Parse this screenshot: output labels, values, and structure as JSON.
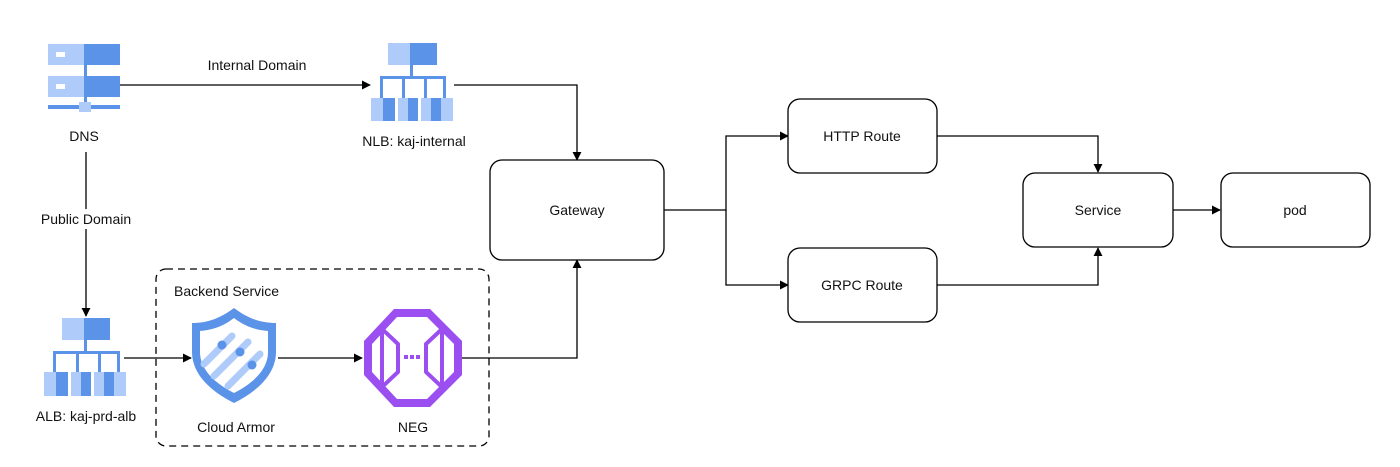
{
  "nodes": {
    "dns": {
      "label": "DNS",
      "icon": "dns-server-icon"
    },
    "nlb": {
      "label": "NLB: kaj-internal",
      "icon": "load-balancer-icon"
    },
    "alb": {
      "label": "ALB: kaj-prd-alb",
      "icon": "load-balancer-icon"
    },
    "backend_group": {
      "label": "Backend Service"
    },
    "cloud_armor": {
      "label": "Cloud Armor",
      "icon": "cloud-armor-shield-icon"
    },
    "neg": {
      "label": "NEG",
      "icon": "neg-octagon-icon"
    },
    "gateway": {
      "label": "Gateway"
    },
    "http_route": {
      "label": "HTTP Route"
    },
    "grpc_route": {
      "label": "GRPC Route"
    },
    "service": {
      "label": "Service"
    },
    "pod": {
      "label": "pod"
    }
  },
  "edges": {
    "dns_to_nlb": {
      "label": "Internal Domain"
    },
    "dns_to_alb": {
      "label": "Public Domain"
    }
  },
  "colors": {
    "icon_light_blue": "#aecbfa",
    "icon_blue": "#5b93e8",
    "neg_purple": "#9b4ff0",
    "stroke": "#000000"
  }
}
